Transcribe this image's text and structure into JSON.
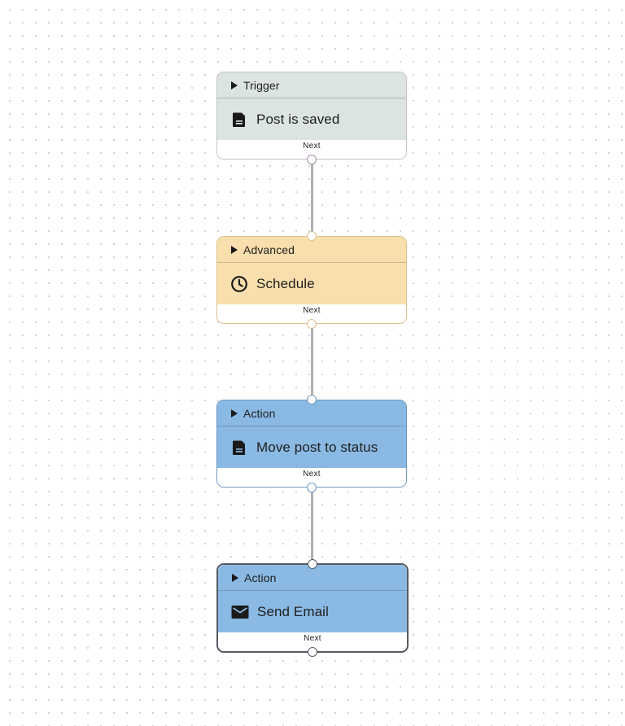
{
  "colors": {
    "trigger_fill": "#dce4df",
    "advanced_fill": "#f8dfad",
    "action_fill": "#8ab9e3",
    "connector": "#b0b0b0"
  },
  "nodes": [
    {
      "type_label": "Trigger",
      "title": "Post is saved",
      "icon": "document-icon",
      "footer_label": "Next"
    },
    {
      "type_label": "Advanced",
      "title": "Schedule",
      "icon": "clock-icon",
      "footer_label": "Next"
    },
    {
      "type_label": "Action",
      "title": "Move post to status",
      "icon": "document-icon",
      "footer_label": "Next"
    },
    {
      "type_label": "Action",
      "title": "Send Email",
      "icon": "mail-icon",
      "footer_label": "Next"
    }
  ]
}
